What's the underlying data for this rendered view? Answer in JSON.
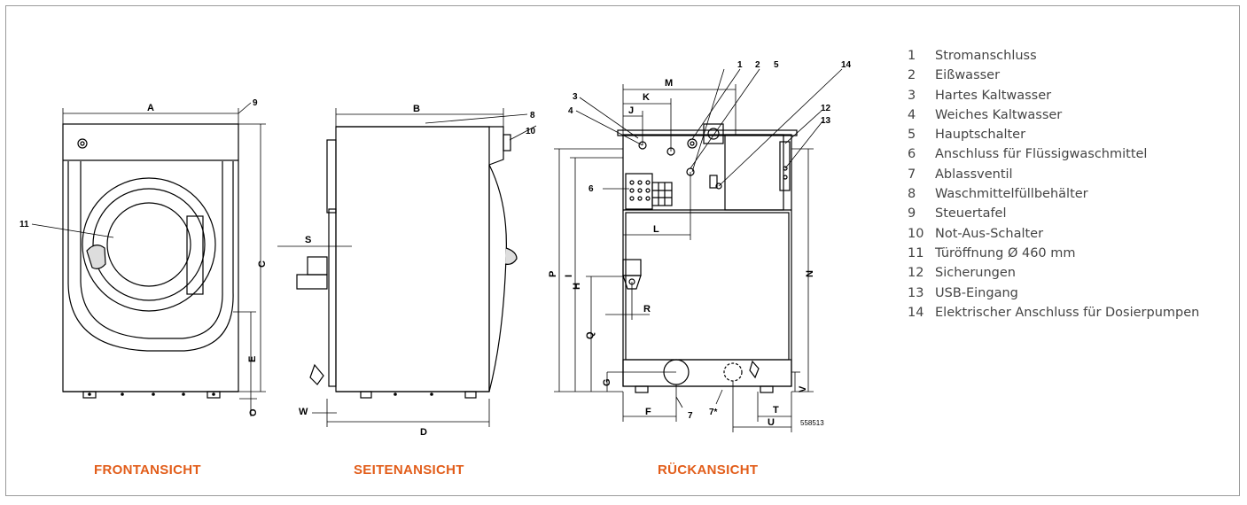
{
  "views": {
    "front": "FRONTANSICHT",
    "side": "SEITENANSICHT",
    "rear": "RÜCKANSICHT"
  },
  "legend": [
    {
      "num": "1",
      "text": "Stromanschluss"
    },
    {
      "num": "2",
      "text": "Eißwasser"
    },
    {
      "num": "3",
      "text": "Hartes Kaltwasser"
    },
    {
      "num": "4",
      "text": "Weiches Kaltwasser"
    },
    {
      "num": "5",
      "text": "Hauptschalter"
    },
    {
      "num": "6",
      "text": "Anschluss für Flüssigwaschmittel"
    },
    {
      "num": "7",
      "text": "Ablassventil"
    },
    {
      "num": "8",
      "text": "Waschmittelfüllbehälter"
    },
    {
      "num": "9",
      "text": "Steuertafel"
    },
    {
      "num": "10",
      "text": "Not-Aus-Schalter"
    },
    {
      "num": "11",
      "text": "Türöffnung Ø 460 mm"
    },
    {
      "num": "12",
      "text": "Sicherungen"
    },
    {
      "num": "13",
      "text": "USB-Eingang"
    },
    {
      "num": "14",
      "text": "Elektrischer Anschluss für Dosierpumpen"
    }
  ],
  "dimension_letters": {
    "A": "A",
    "B": "B",
    "C": "C",
    "D": "D",
    "E": "E",
    "F": "F",
    "G": "G",
    "H": "H",
    "I": "I",
    "J": "J",
    "K": "K",
    "L": "L",
    "M": "M",
    "N": "N",
    "O": "O",
    "P": "P",
    "Q": "Q",
    "R": "R",
    "S": "S",
    "T": "T",
    "U": "U",
    "V": "V",
    "W": "W"
  },
  "callouts": {
    "c1": "1",
    "c2": "2",
    "c3": "3",
    "c4": "4",
    "c5": "5",
    "c6": "6",
    "c7": "7",
    "c7s": "7*",
    "c8": "8",
    "c9": "9",
    "c10": "10",
    "c11": "11",
    "c12": "12",
    "c13": "13",
    "c14": "14"
  },
  "drawing_number": "558513"
}
